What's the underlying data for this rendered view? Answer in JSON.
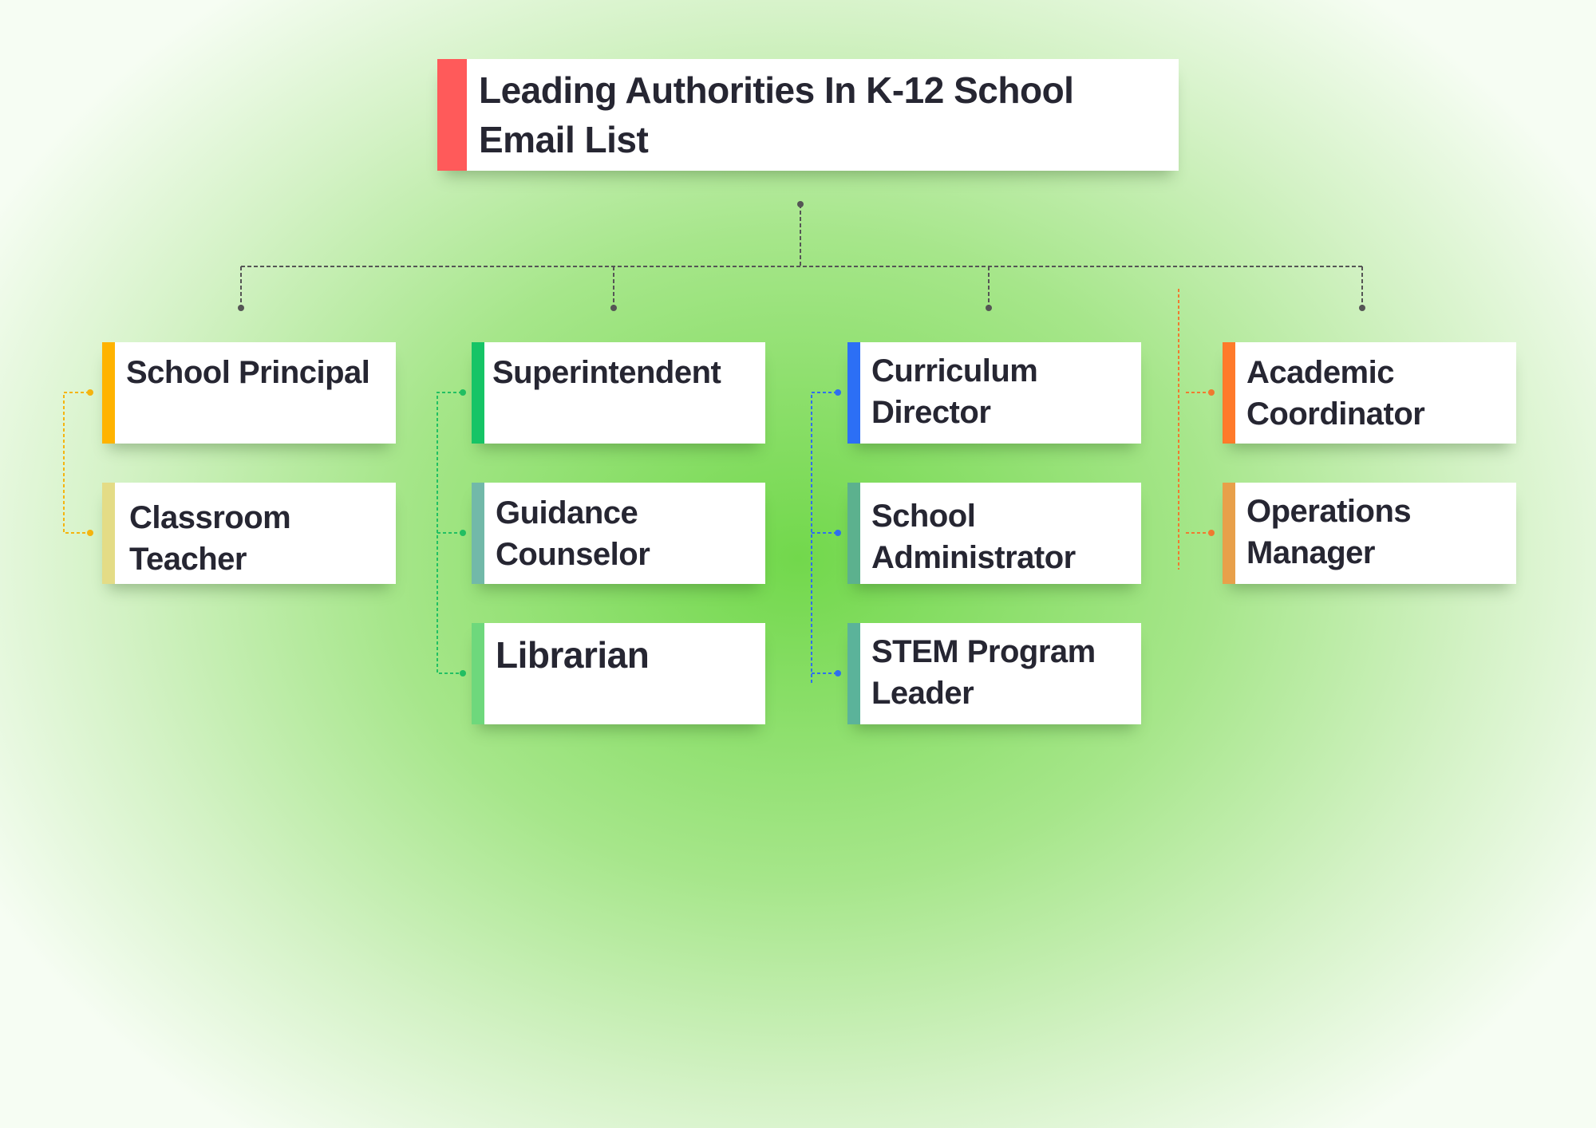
{
  "title": "Leading Authorities In K-12 School Email List",
  "colors": {
    "title": "#ff5a5a",
    "connector": "#555555"
  },
  "columns": [
    {
      "color": "#f5b40f",
      "items": [
        {
          "label": "School Principal",
          "accent": "#ffb300"
        },
        {
          "label": "Classroom Teacher",
          "accent": "#e4dc86"
        }
      ]
    },
    {
      "color": "#22c063",
      "items": [
        {
          "label": "Superintendent",
          "accent": "#16c466"
        },
        {
          "label": "Guidance Counselor",
          "accent": "#72b9a9"
        },
        {
          "label": "Librarian",
          "accent": "#6ed87c"
        }
      ]
    },
    {
      "color": "#2f6ff0",
      "items": [
        {
          "label": "Curriculum Director",
          "accent": "#2c6ff5"
        },
        {
          "label": "School Administrator",
          "accent": "#5cb18e"
        },
        {
          "label": "STEM Program Leader",
          "accent": "#5bb39a"
        }
      ]
    },
    {
      "color": "#f07a30",
      "items": [
        {
          "label": "Academic Coordinator",
          "accent": "#ff7a2a"
        },
        {
          "label": "Operations Manager",
          "accent": "#e8a04a"
        }
      ]
    }
  ]
}
